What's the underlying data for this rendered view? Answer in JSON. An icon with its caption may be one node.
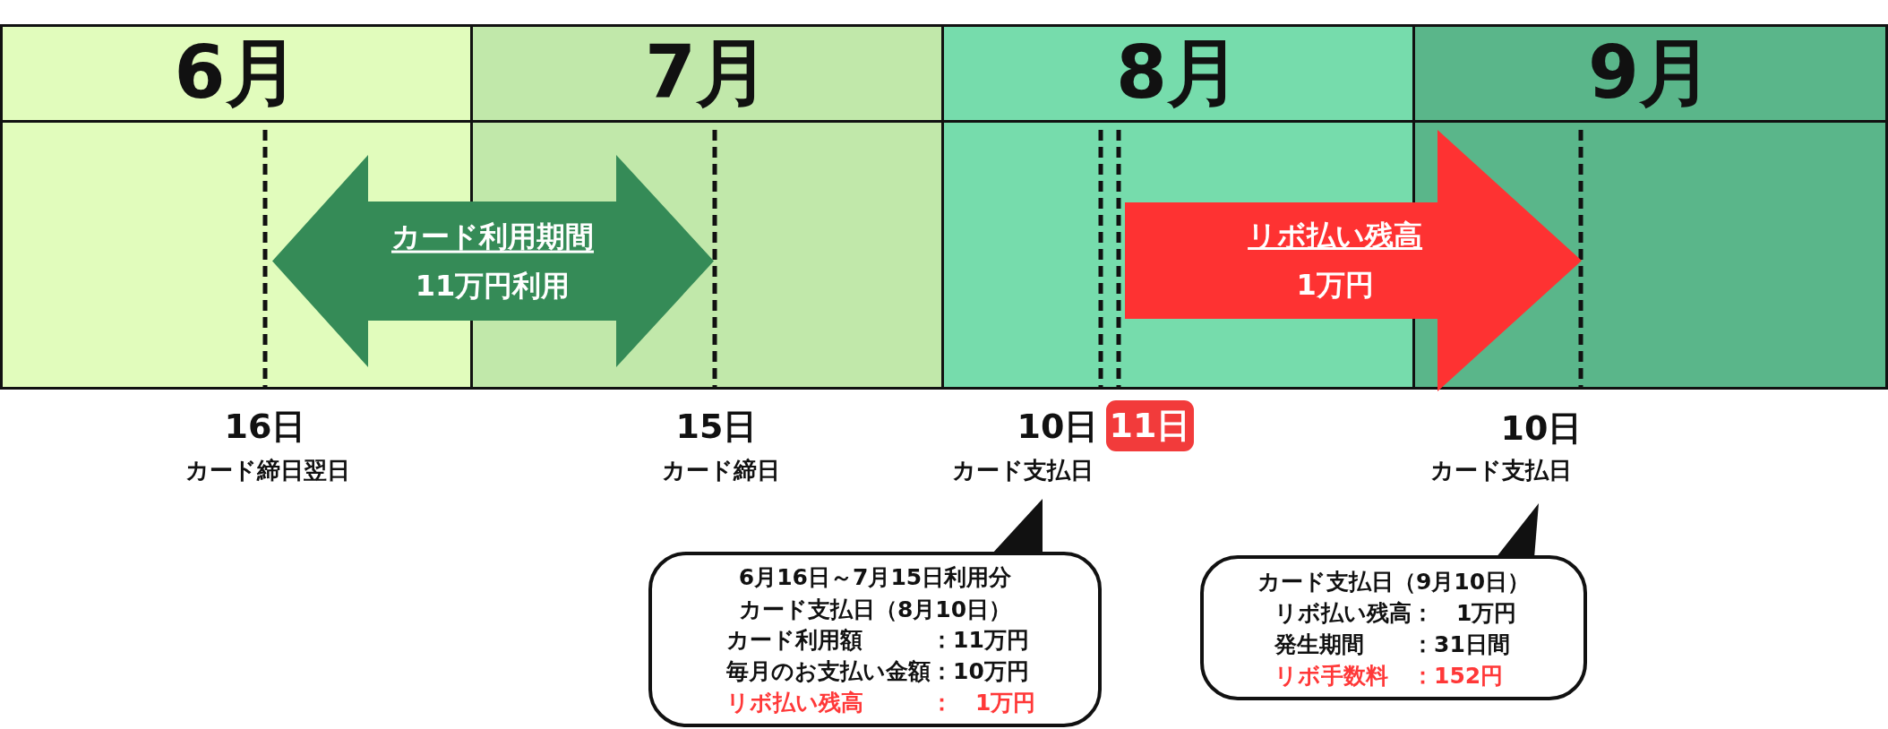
{
  "diagram": {
    "nodes": [
      {
        "text": [
          "6月"
        ]
      },
      {
        "text": [
          "7月"
        ]
      },
      {
        "text": [
          "8月"
        ]
      },
      {
        "text": [
          "9月"
        ]
      },
      {
        "text": [
          "カード利用期間",
          "11万円利用"
        ]
      },
      {
        "text": [
          "11日"
        ]
      },
      {
        "text": [
          "6月16日～7月15日利用分",
          "カード支払日（8月10日）",
          "カード利用額",
          "：11万円",
          "毎月のお支払い金額",
          "：10万円",
          "リボ払い残高",
          "：　1万円"
        ]
      },
      {
        "text": [
          "カード支払日（9月10日）",
          "リボ払い残高",
          "：　1万円",
          "発生期間",
          "：31日間",
          "リボ手数料",
          "：152円"
        ]
      }
    ],
    "edges": [
      {
        "from": 5,
        "to": 3,
        "arrow": "to",
        "label": "リボ払い残高 1万円",
        "style": "thick",
        "color": "#fe3232"
      }
    ],
    "labels": [
      "16日",
      "カード締日翌日",
      "15日",
      "カード締日",
      "10日",
      "カード支払日",
      "10日",
      "カード支払日"
    ]
  }
}
